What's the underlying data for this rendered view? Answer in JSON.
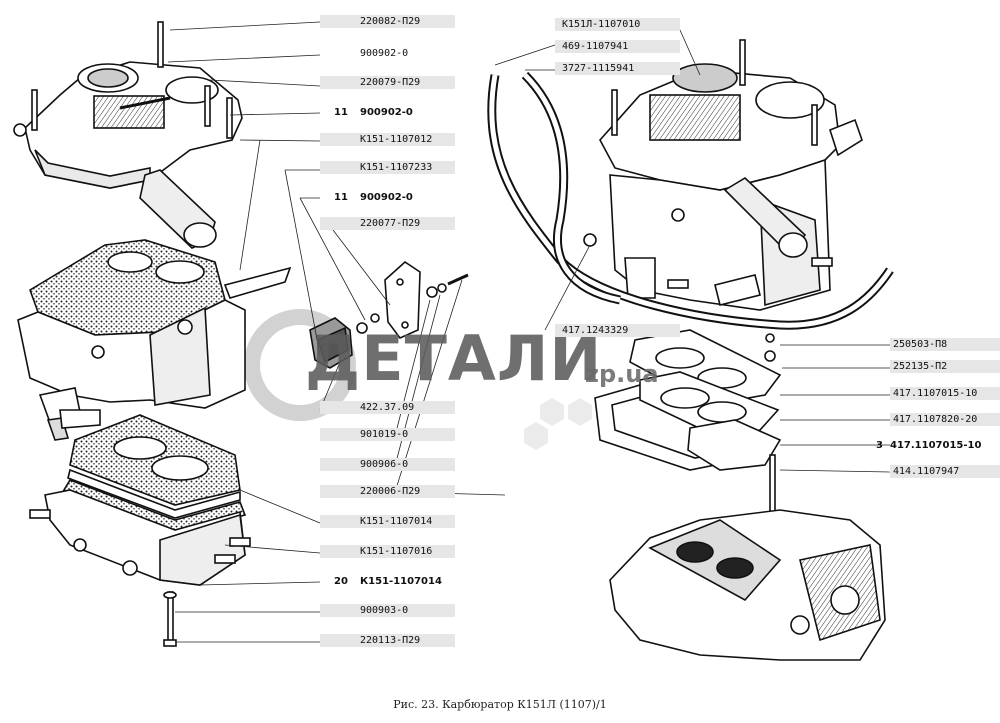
{
  "caption": "Рис. 23. Карбюратор К151Л (1107)/1",
  "watermark": {
    "text": "ДЕТАЛИ",
    "domain": "zp.ua"
  },
  "labels_left": [
    {
      "qty": "",
      "code": "220082-П29"
    },
    {
      "qty": "",
      "code": "900902-0"
    },
    {
      "qty": "",
      "code": "220079-П29"
    },
    {
      "qty": "11",
      "code": "900902-0"
    },
    {
      "qty": "",
      "code": "К151-1107012"
    },
    {
      "qty": "",
      "code": "К151-1107233"
    },
    {
      "qty": "11",
      "code": "900902-0"
    },
    {
      "qty": "",
      "code": "220077-П29"
    },
    {
      "qty": "",
      "code": "422.37.09"
    },
    {
      "qty": "",
      "code": "901019-0"
    },
    {
      "qty": "",
      "code": "900906-0"
    },
    {
      "qty": "",
      "code": "220006-П29"
    },
    {
      "qty": "",
      "code": "К151-1107014"
    },
    {
      "qty": "",
      "code": "К151-1107016"
    },
    {
      "qty": "20",
      "code": "К151-1107014"
    },
    {
      "qty": "",
      "code": "900903-0"
    },
    {
      "qty": "",
      "code": "220113-П29"
    }
  ],
  "labels_top": [
    {
      "qty": "",
      "code": "К151Л-1107010"
    },
    {
      "qty": "",
      "code": "469-1107941"
    },
    {
      "qty": "",
      "code": "3727-1115941"
    },
    {
      "qty": "",
      "code": "417.1243329"
    }
  ],
  "labels_right": [
    {
      "qty": "",
      "code": "250503-П8"
    },
    {
      "qty": "",
      "code": "252135-П2"
    },
    {
      "qty": "",
      "code": "417.1107015-10"
    },
    {
      "qty": "",
      "code": "417.1107820-20"
    },
    {
      "qty": "3",
      "code": "417.1107015-10"
    },
    {
      "qty": "",
      "code": "414.1107947"
    }
  ]
}
